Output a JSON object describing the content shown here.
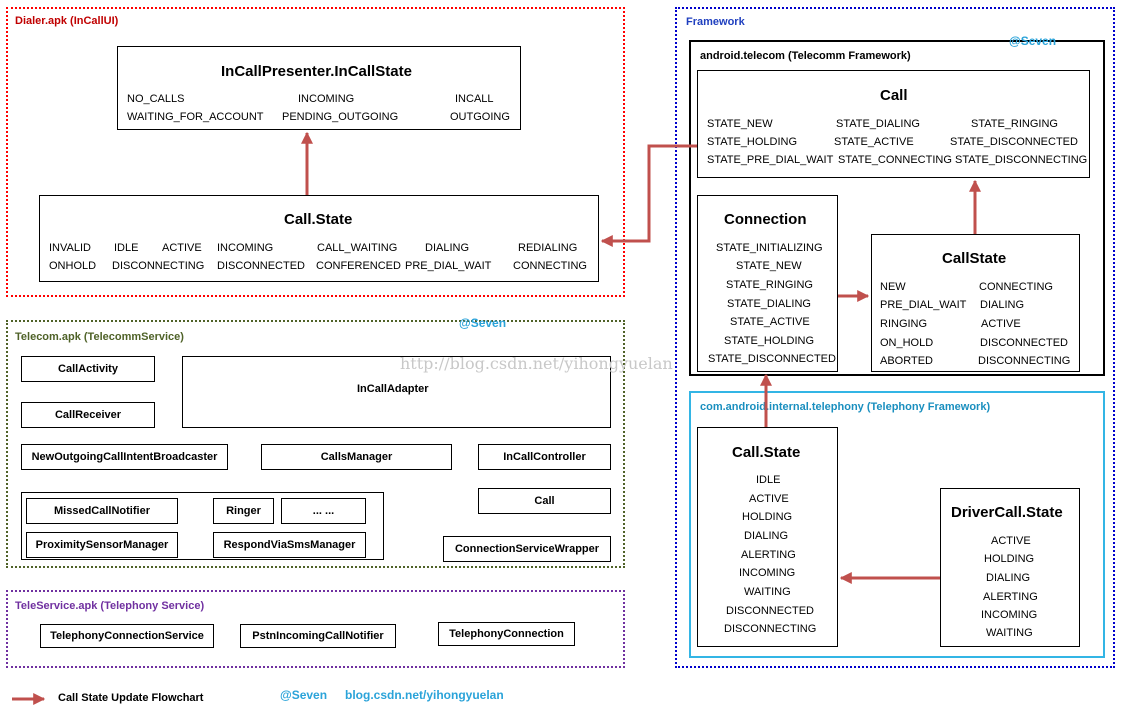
{
  "regions": {
    "dialer": "Dialer.apk (InCallUI)",
    "framework": "Framework",
    "telecomm_framework": "android.telecom (Telecomm Framework)",
    "telephony_framework": "com.android.internal.telephony (Telephony Framework)",
    "telecom": "Telecom.apk (TelecommService)",
    "teleservice": "TeleService.apk (Telephony Service)"
  },
  "incall_presenter": {
    "title": "InCallPresenter.InCallState",
    "states": [
      "NO_CALLS",
      "INCOMING",
      "INCALL",
      "WAITING_FOR_ACCOUNT",
      "PENDING_OUTGOING",
      "OUTGOING"
    ]
  },
  "dialer_call_state": {
    "title": "Call.State",
    "states": [
      "INVALID",
      "IDLE",
      "ACTIVE",
      "INCOMING",
      "CALL_WAITING",
      "DIALING",
      "REDIALING",
      "ONHOLD",
      "DISCONNECTING",
      "DISCONNECTED",
      "CONFERENCED",
      "PRE_DIAL_WAIT",
      "CONNECTING"
    ]
  },
  "telecom_call": {
    "title": "Call",
    "states": [
      "STATE_NEW",
      "STATE_DIALING",
      "STATE_RINGING",
      "STATE_HOLDING",
      "STATE_ACTIVE",
      "STATE_DISCONNECTED",
      "STATE_PRE_DIAL_WAIT",
      "STATE_CONNECTING",
      "STATE_DISCONNECTING"
    ]
  },
  "connection": {
    "title": "Connection",
    "states": [
      "STATE_INITIALIZING",
      "STATE_NEW",
      "STATE_RINGING",
      "STATE_DIALING",
      "STATE_ACTIVE",
      "STATE_HOLDING",
      "STATE_DISCONNECTED"
    ]
  },
  "callstate": {
    "title": "CallState",
    "states": [
      "NEW",
      "CONNECTING",
      "PRE_DIAL_WAIT",
      "DIALING",
      "RINGING",
      "ACTIVE",
      "ON_HOLD",
      "DISCONNECTED",
      "ABORTED",
      "DISCONNECTING"
    ]
  },
  "telephony_call_state": {
    "title": "Call.State",
    "states": [
      "IDLE",
      "ACTIVE",
      "HOLDING",
      "DIALING",
      "ALERTING",
      "INCOMING",
      "WAITING",
      "DISCONNECTED",
      "DISCONNECTING"
    ]
  },
  "driver_call_state": {
    "title": "DriverCall.State",
    "states": [
      "ACTIVE",
      "HOLDING",
      "DIALING",
      "ALERTING",
      "INCOMING",
      "WAITING"
    ]
  },
  "telecom_components": {
    "call_activity": "CallActivity",
    "call_receiver": "CallReceiver",
    "incall_adapter": "InCallAdapter",
    "new_outgoing": "NewOutgoingCallIntentBroadcaster",
    "calls_manager": "CallsManager",
    "incall_controller": "InCallController",
    "call": "Call",
    "missed_call_notifier": "MissedCallNotifier",
    "ringer": "Ringer",
    "ellipsis": "... ...",
    "proximity_sensor_manager": "ProximitySensorManager",
    "respond_via_sms_manager": "RespondViaSmsManager",
    "connection_service_wrapper": "ConnectionServiceWrapper"
  },
  "teleservice_components": {
    "telephony_connection_service": "TelephonyConnectionService",
    "pstn_incoming_call_notifier": "PstnIncomingCallNotifier",
    "telephony_connection": "TelephonyConnection"
  },
  "legend": {
    "label": "Call State Update Flowchart",
    "author": "@Seven",
    "blog": "blog.csdn.net/yihongyuelan"
  },
  "watermarks": {
    "seven": "@Seven",
    "url": "http://blog.csdn.net/yihongyuelan"
  },
  "colors": {
    "arrow": "#c0504d",
    "dialer_border": "#ff0000",
    "dialer_text": "#c00000",
    "framework_border": "#0000cc",
    "framework_text": "#1f3fbf",
    "telephony_border": "#33b5e5",
    "telephony_text": "#1a8fbf",
    "telecom_border": "#4f6228",
    "telecom_text": "#4f6228",
    "teleservice_border": "#7030a0",
    "teleservice_text": "#7030a0",
    "watermark": "#2aa3d9"
  }
}
